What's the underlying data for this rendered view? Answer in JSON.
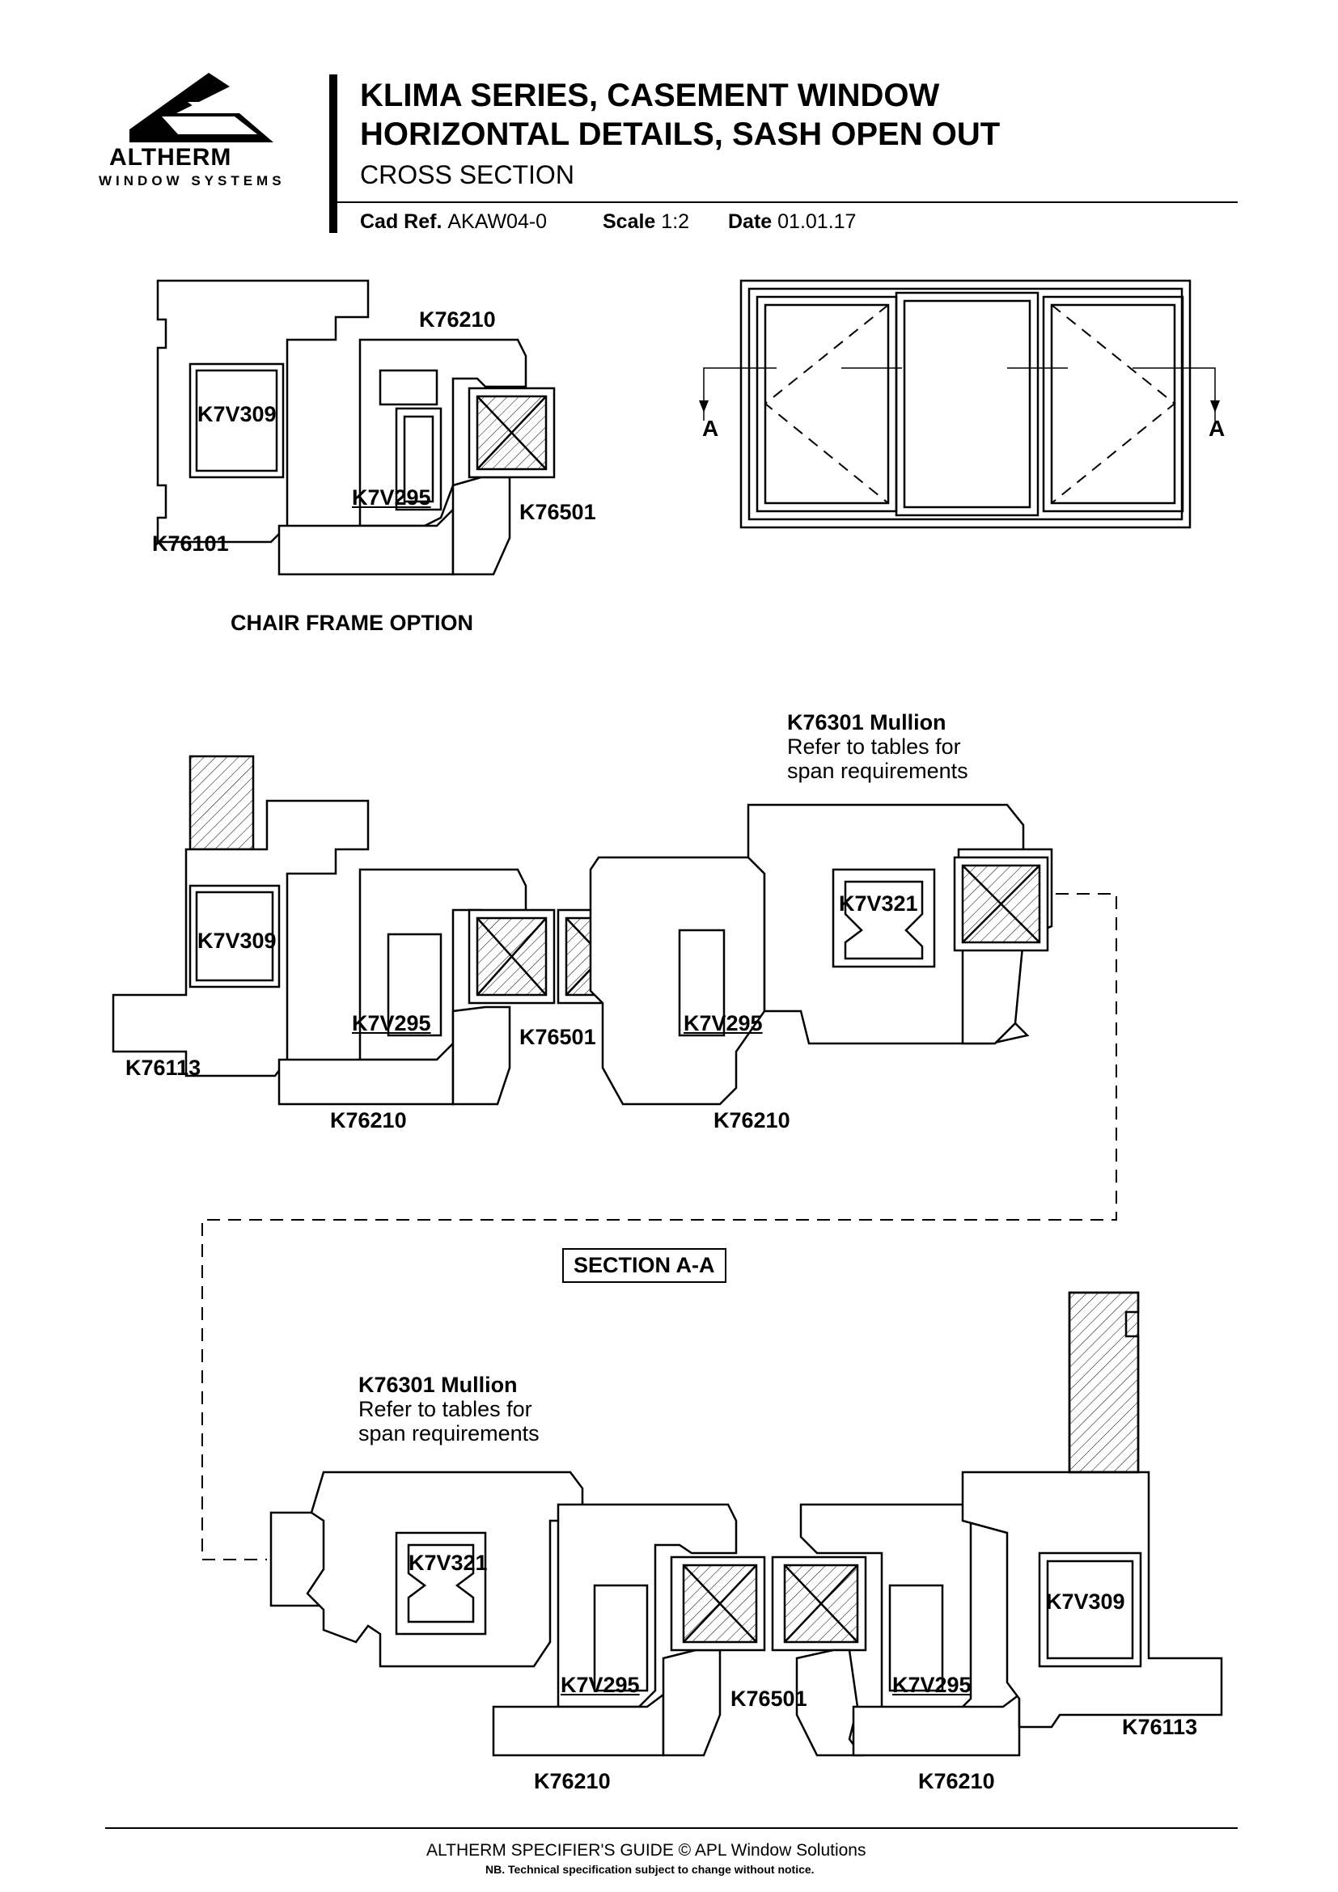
{
  "logo": {
    "brand": "ALTHERM",
    "tagline": "WINDOW SYSTEMS"
  },
  "header": {
    "title_line1": "KLIMA SERIES, CASEMENT WINDOW",
    "title_line2": "HORIZONTAL DETAILS, SASH OPEN OUT",
    "subtitle": "CROSS SECTION",
    "cad_ref_label": "Cad Ref.",
    "cad_ref_value": "AKAW04-0",
    "scale_label": "Scale",
    "scale_value": "1:2",
    "date_label": "Date",
    "date_value": "01.01.17"
  },
  "chair_frame": {
    "caption": "CHAIR FRAME OPTION",
    "labels": {
      "k76210": "K76210",
      "k7v309": "K7V309",
      "k7v295": "K7V295",
      "k76501": "K76501",
      "k76101": "K76101"
    }
  },
  "elevation": {
    "section_marker_left": "A",
    "section_marker_right": "A"
  },
  "section_top": {
    "mullion_title": "K76301 Mullion",
    "mullion_note_1": "Refer to tables for",
    "mullion_note_2": "span requirements",
    "labels": {
      "k7v309": "K7V309",
      "k7v295_left": "K7V295",
      "k76501": "K76501",
      "k76113": "K76113",
      "k76210_left": "K76210",
      "k7v295_right": "K7V295",
      "k7v321": "K7V321",
      "k76210_right": "K76210"
    }
  },
  "section_caption": "SECTION A-A",
  "section_bottom": {
    "mullion_title": "K76301 Mullion",
    "mullion_note_1": "Refer to tables for",
    "mullion_note_2": "span requirements",
    "labels": {
      "k7v321": "K7V321",
      "k7v295_left": "K7V295",
      "k76501": "K76501",
      "k7v295_right": "K7V295",
      "k7v309": "K7V309",
      "k76113": "K76113",
      "k76210_left": "K76210",
      "k76210_right": "K76210"
    }
  },
  "footer": {
    "line1": "ALTHERM SPECIFIER'S GUIDE  © APL Window Solutions",
    "line2": "NB. Technical specification subject to change without notice."
  }
}
